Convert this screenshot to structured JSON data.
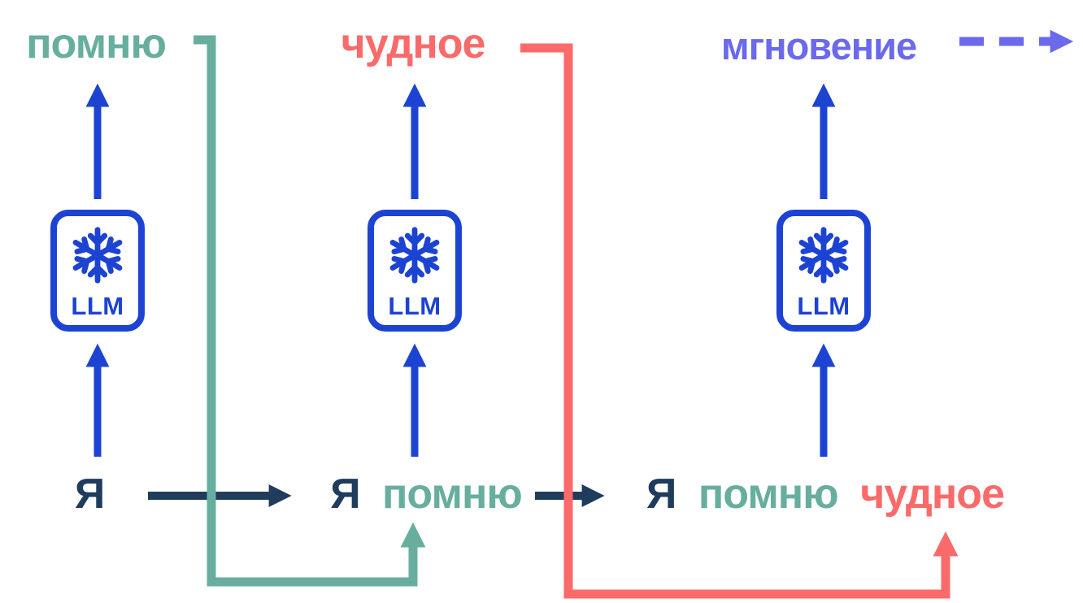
{
  "colors": {
    "background": "#ffffff",
    "blue": "#1d43d3",
    "navy": "#1f3c5d",
    "teal": "#68ae9e",
    "salmon": "#fb6a6a",
    "periwinkle": "#6b69ec"
  },
  "llm": {
    "label": "LLM",
    "icon": "snowflake-icon"
  },
  "steps": [
    {
      "input": [
        {
          "text": "Я",
          "color": "#1f3c5d"
        }
      ],
      "output": {
        "text": "помню",
        "color": "#68ae9e"
      }
    },
    {
      "input": [
        {
          "text": "Я",
          "color": "#1f3c5d"
        },
        {
          "text": "помню",
          "color": "#68ae9e"
        }
      ],
      "output": {
        "text": "чудное",
        "color": "#fb6a6a"
      }
    },
    {
      "input": [
        {
          "text": "Я",
          "color": "#1f3c5d"
        },
        {
          "text": "помню",
          "color": "#68ae9e"
        },
        {
          "text": "чудное",
          "color": "#fb6a6a"
        }
      ],
      "output": {
        "text": "мгновение",
        "color": "#6b69ec"
      }
    }
  ]
}
